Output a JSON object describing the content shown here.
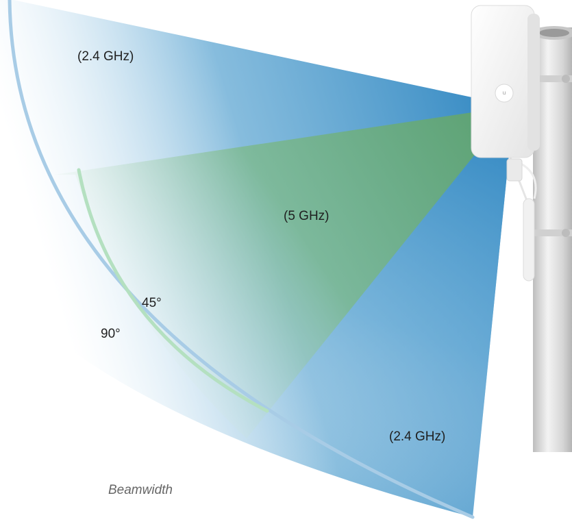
{
  "labels": {
    "band_24_top": "(2.4 GHz)",
    "band_5": "(5 GHz)",
    "band_24_bottom": "(2.4 GHz)",
    "angle_45": "45°",
    "angle_90": "90°",
    "caption": "Beamwidth"
  },
  "colors": {
    "beam_24": "#3a8fc6",
    "beam_5": "#6aaa7c",
    "arc_90": "#a8cce6",
    "arc_45": "#b4e0c0",
    "antenna_body": "#f2f2f2",
    "pole": "#d9d9d9"
  },
  "icons": [
    "antenna-unit",
    "mounting-pole"
  ]
}
